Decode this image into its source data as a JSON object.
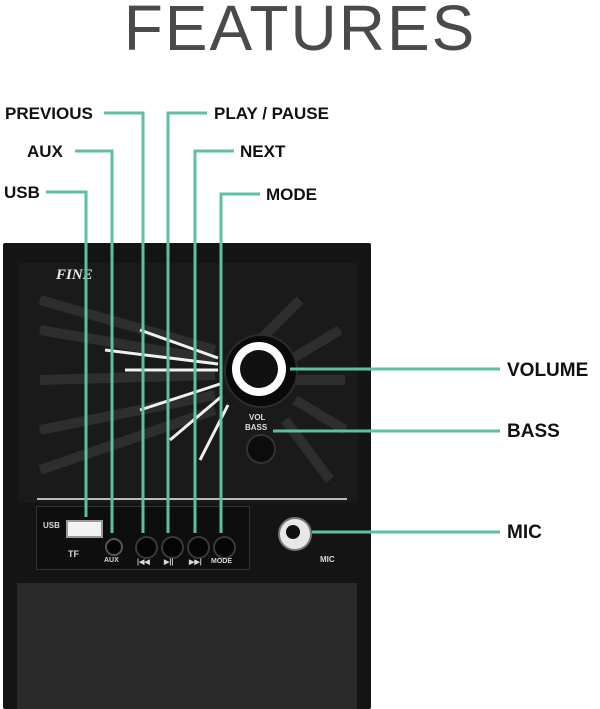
{
  "title": "FEATURES",
  "labels": {
    "previous": "PREVIOUS",
    "aux": "AUX",
    "usb": "USB",
    "play_pause": "PLAY / PAUSE",
    "next": "NEXT",
    "mode": "MODE",
    "volume": "VOLUME",
    "bass": "BASS",
    "mic": "MIC"
  },
  "device": {
    "brand": "FINE",
    "vol_text": "VOL",
    "bass_text": "BASS",
    "usb_text": "USB",
    "tf_text": "TF",
    "aux_text": "AUX",
    "prev_symbol": "|◀◀",
    "play_symbol": "▶||",
    "next_symbol": "▶▶|",
    "mode_text": "MODE",
    "mic_text": "MIC"
  },
  "colors": {
    "leader_line": "#5fbfa5",
    "title": "#4a4a4a"
  }
}
